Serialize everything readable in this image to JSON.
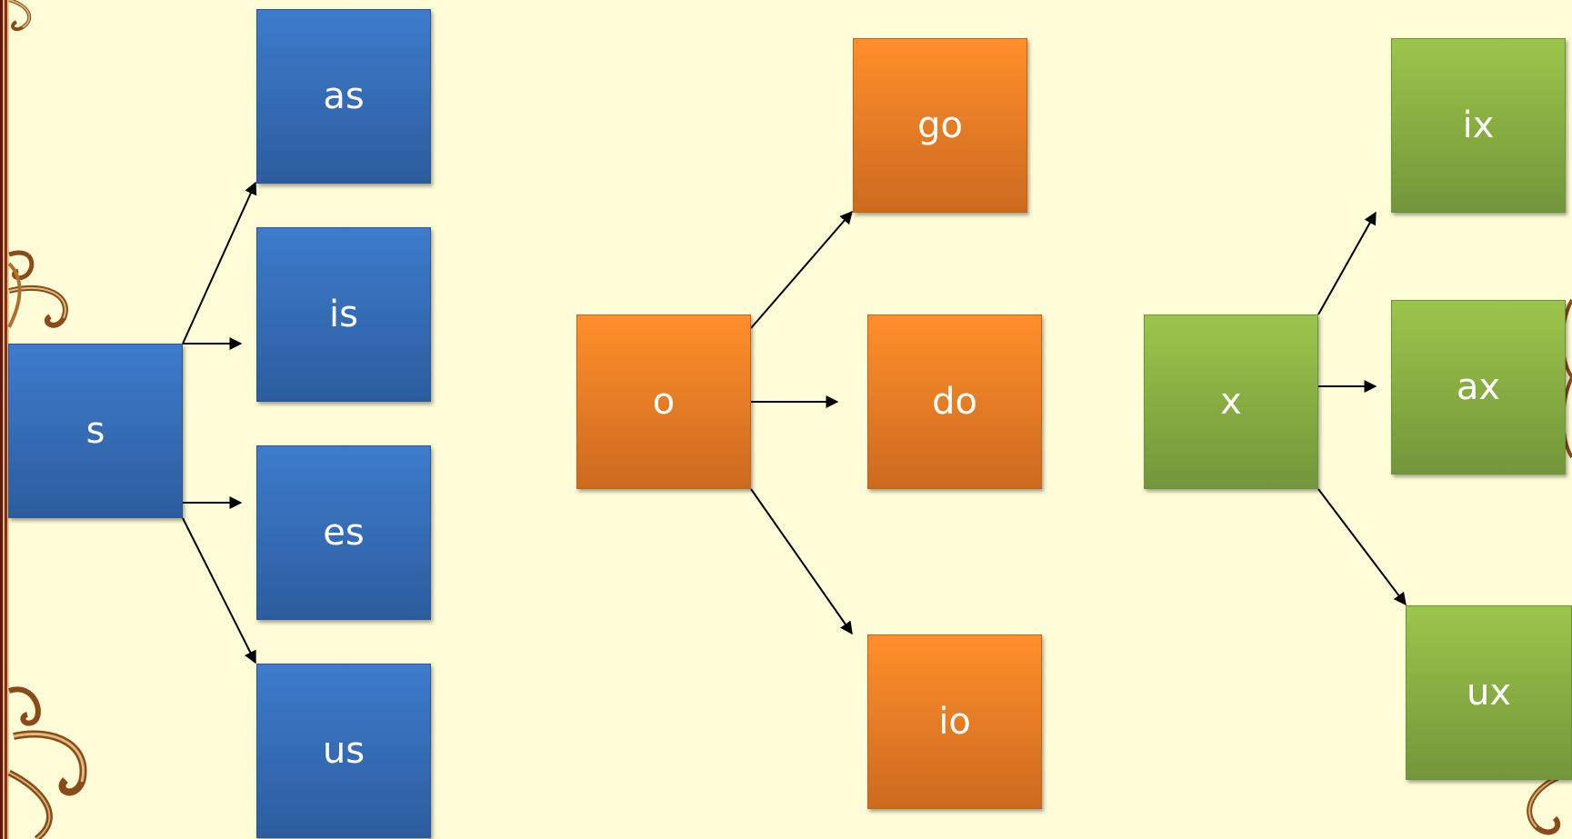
{
  "groups": [
    {
      "root": "s",
      "color": "blue",
      "children": [
        "as",
        "is",
        "es",
        "us"
      ]
    },
    {
      "root": "o",
      "color": "orange",
      "children": [
        "go",
        "do",
        "io"
      ]
    },
    {
      "root": "x",
      "color": "green",
      "children": [
        "ix",
        "ax",
        "ux"
      ]
    }
  ],
  "colors": {
    "background": "#fefdd8",
    "blue": "#3d7bcc",
    "orange": "#ff8f2a",
    "green": "#9cc54a",
    "arrow": "#000000"
  }
}
